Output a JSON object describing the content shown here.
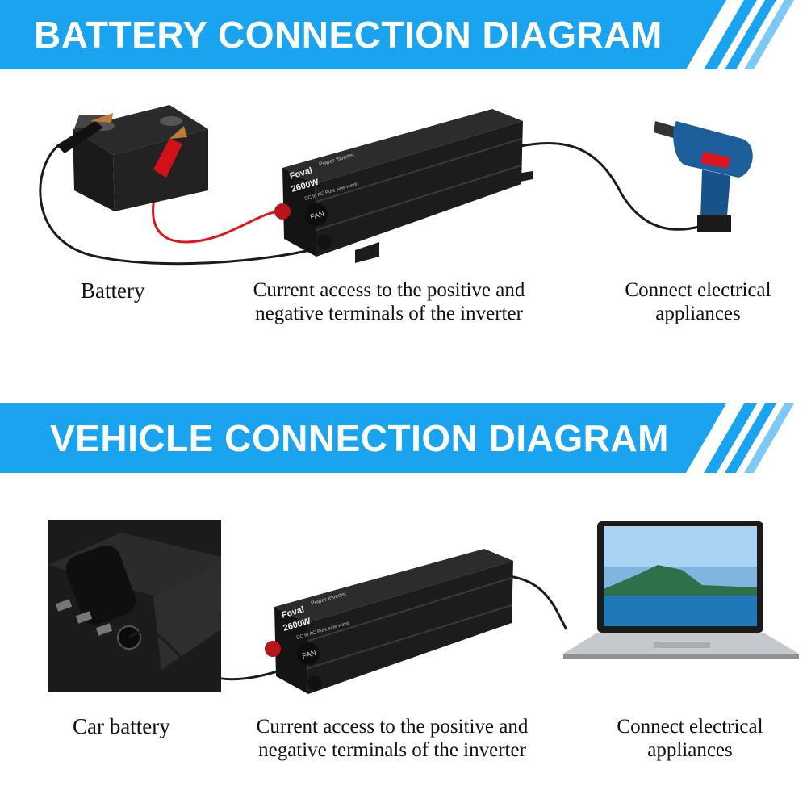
{
  "sections": [
    {
      "title": "BATTERY CONNECTION DIAGRAM",
      "captions": {
        "source": "Battery",
        "inverter": [
          "Current access to the positive and",
          "negative terminals of the inverter"
        ],
        "appliance": [
          "Connect electrical",
          "appliances"
        ]
      }
    },
    {
      "title": "VEHICLE CONNECTION DIAGRAM",
      "captions": {
        "source": "Car battery",
        "inverter": [
          "Current access to the positive and",
          "negative terminals of the inverter"
        ],
        "appliance": [
          "Connect electrical",
          "appliances"
        ]
      }
    }
  ],
  "inverter_labels": {
    "brand": "Foval",
    "wattage": "2600W",
    "model": "Power Inverter",
    "wave": "DC to AC Pure sine wave",
    "fan": "FAN"
  },
  "colors": {
    "banner_blue": "#1aa3ef",
    "banner_light": "#bfe6fb",
    "positive_cable": "#e1141b",
    "negative_cable": "#1b1b1b",
    "inverter_body": "#1c1c1e"
  }
}
